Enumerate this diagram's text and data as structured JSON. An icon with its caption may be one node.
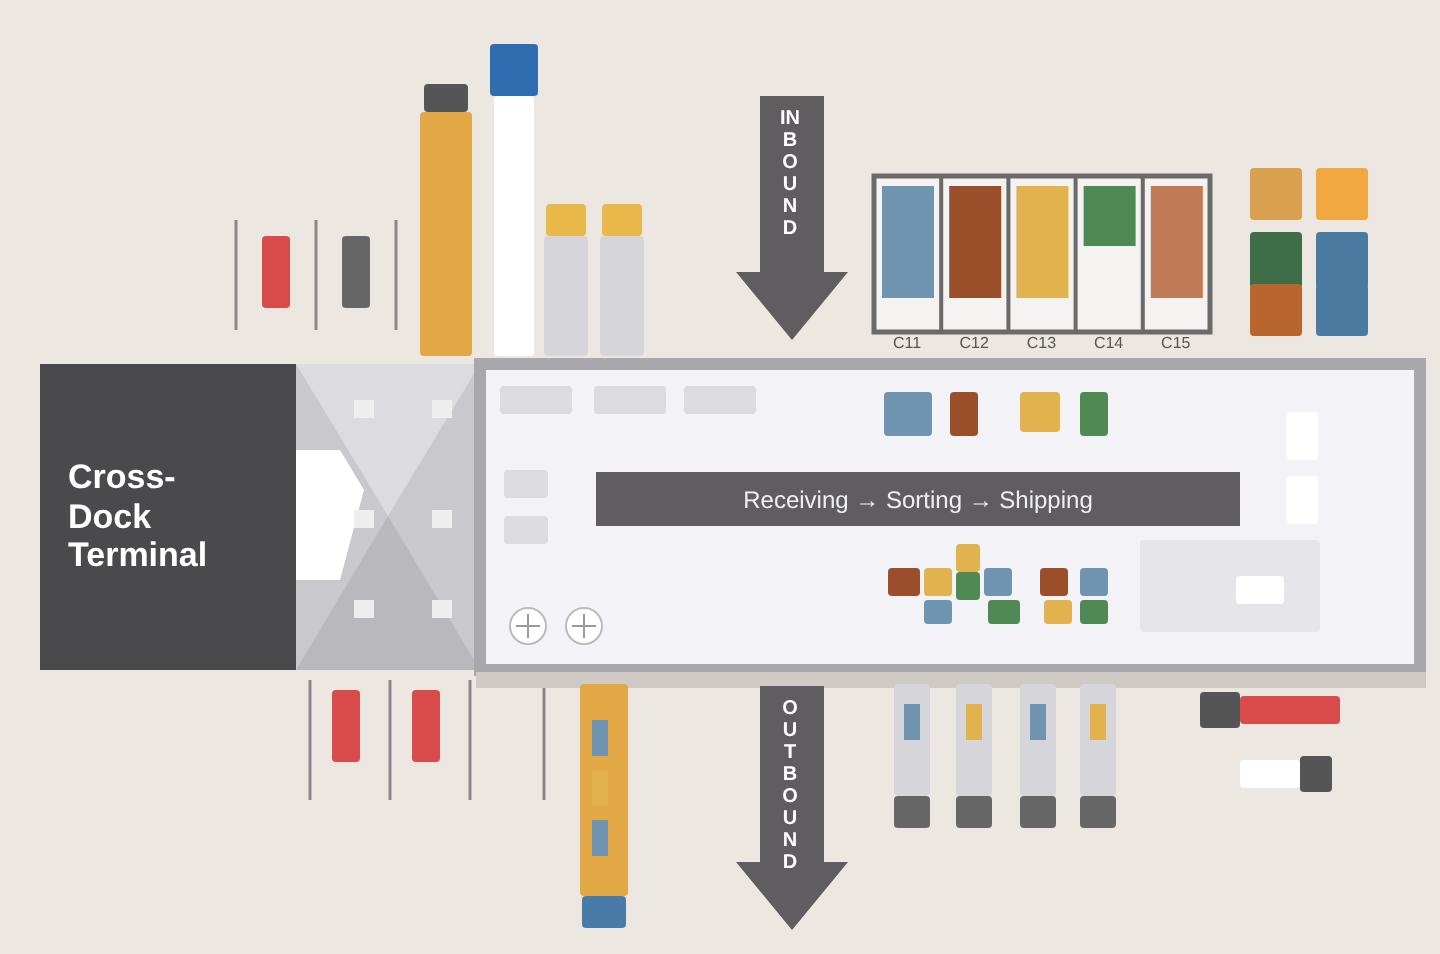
{
  "diagram": {
    "nodes": [
      {
        "text": [
          "Cross-Dock Terminal"
        ]
      },
      {
        "text": [
          "Receiving → Sorting → Shipping"
        ]
      }
    ],
    "labels": [
      "INBOUND",
      "C11",
      "C12",
      "C13",
      "C14",
      "C15",
      "OUTBOUND"
    ]
  }
}
